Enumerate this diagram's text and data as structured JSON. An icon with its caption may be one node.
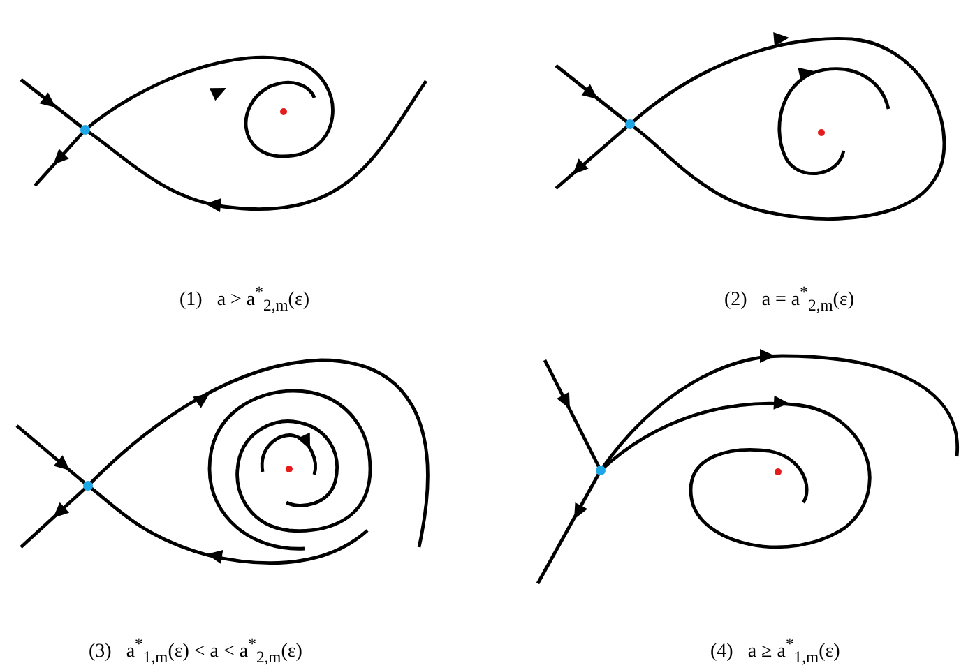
{
  "diagram": {
    "labels": [
      "(1)   a > a$^{*}$$_{2,m}$(ε)",
      "(2)   a = a$^{*}$$_{2,m}$(ε)",
      "(3)   a$^{*}$$_{1,m}$(ε) < a < a$^{*}$$_{2,m}$(ε)",
      "(4)   a ≥ a$^{*}$$_{1,m}$(ε)"
    ]
  }
}
